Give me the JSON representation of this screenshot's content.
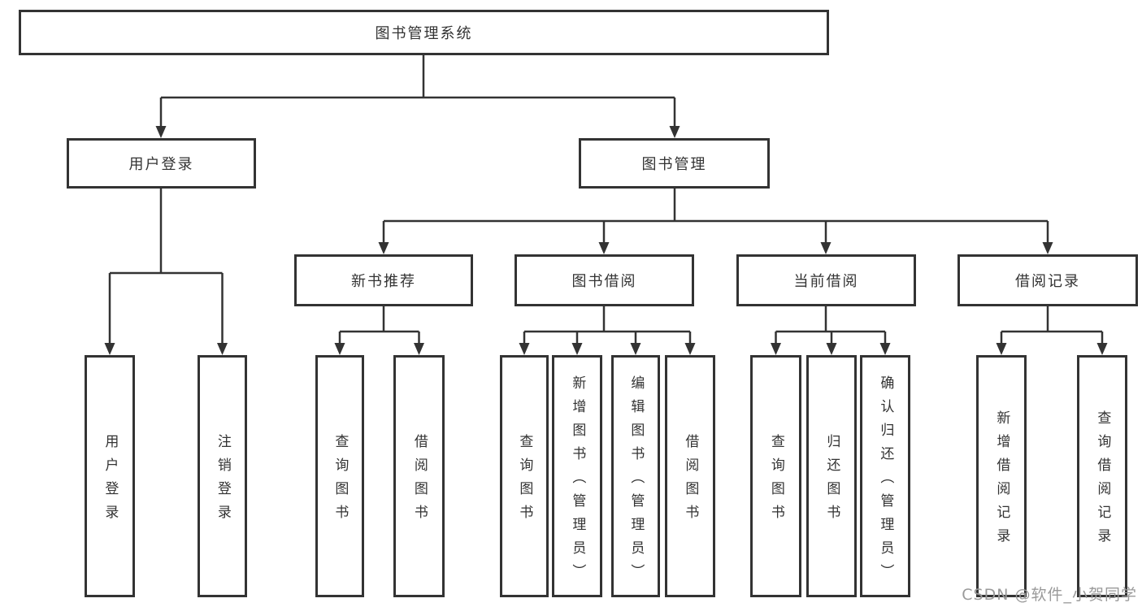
{
  "diagram": {
    "type": "hierarchy-tree",
    "root": {
      "label": "图书管理系统"
    },
    "level2": [
      {
        "id": "user-login",
        "label": "用户登录",
        "parent": "图书管理系统"
      },
      {
        "id": "book-management",
        "label": "图书管理",
        "parent": "图书管理系统"
      }
    ],
    "level3": [
      {
        "id": "new-book-recommend",
        "label": "新书推荐",
        "parent": "图书管理"
      },
      {
        "id": "book-borrowing",
        "label": "图书借阅",
        "parent": "图书管理"
      },
      {
        "id": "current-borrowing",
        "label": "当前借阅",
        "parent": "图书管理"
      },
      {
        "id": "borrow-records",
        "label": "借阅记录",
        "parent": "图书管理"
      }
    ],
    "leaves": [
      {
        "label": "用户登录",
        "parent": "用户登录"
      },
      {
        "label": "注销登录",
        "parent": "用户登录"
      },
      {
        "label": "查询图书",
        "parent": "新书推荐"
      },
      {
        "label": "借阅图书",
        "parent": "新书推荐"
      },
      {
        "label": "查询图书",
        "parent": "图书借阅"
      },
      {
        "label": "新增图书（管理员）",
        "parent": "图书借阅"
      },
      {
        "label": "编辑图书（管理员）",
        "parent": "图书借阅"
      },
      {
        "label": "借阅图书",
        "parent": "图书借阅"
      },
      {
        "label": "查询图书",
        "parent": "当前借阅"
      },
      {
        "label": "归还图书",
        "parent": "当前借阅"
      },
      {
        "label": "确认归还（管理员）",
        "parent": "当前借阅"
      },
      {
        "label": "新增借阅记录",
        "parent": "借阅记录"
      },
      {
        "label": "查询借阅记录",
        "parent": "借阅记录"
      }
    ],
    "watermark": "CSDN @软件_小贺同学",
    "colors": {
      "line": "#333333",
      "text": "#333333",
      "box_background": "#ffffff",
      "watermark_text": "#9a9a9a"
    }
  }
}
